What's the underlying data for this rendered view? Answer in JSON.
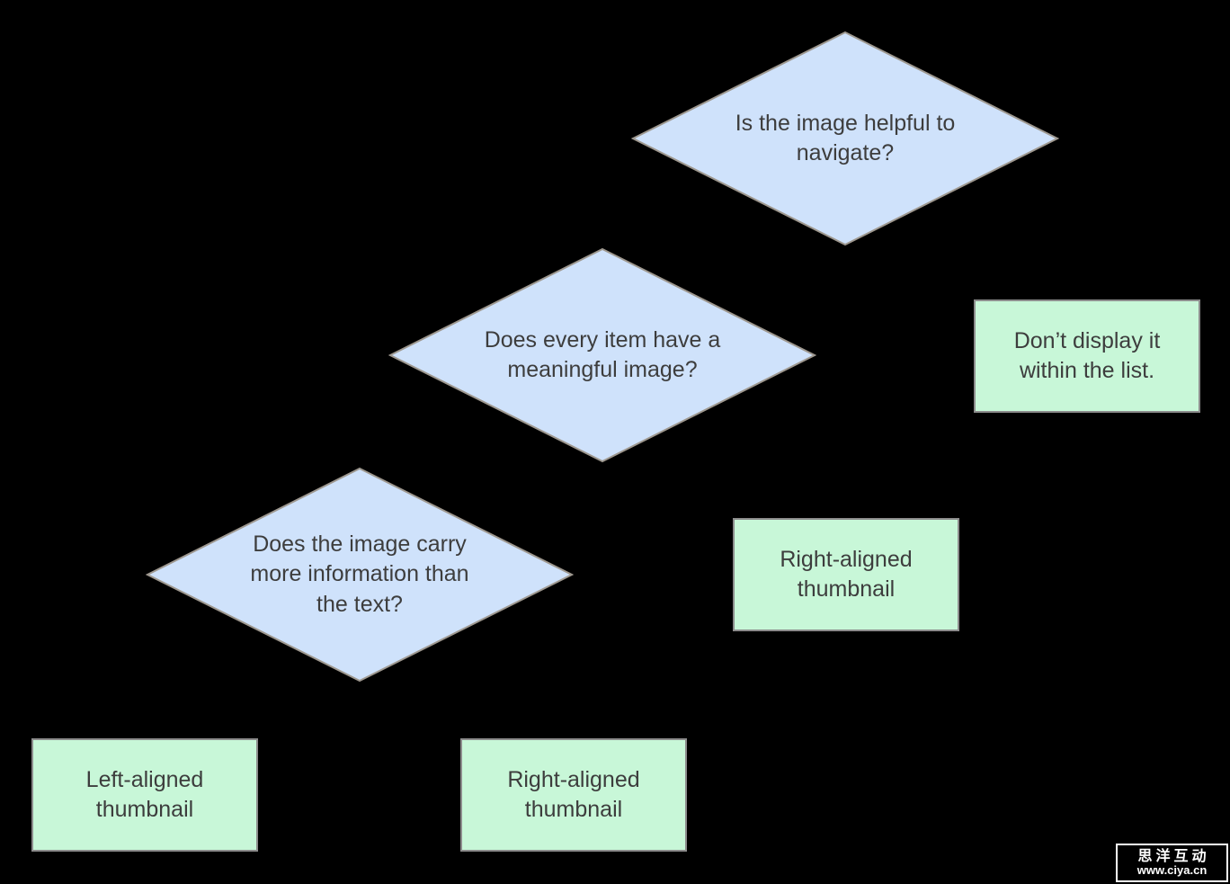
{
  "colors": {
    "bg": "#000000",
    "decision_fill": "#cfe2fb",
    "decision_border": "#9e988f",
    "outcome_fill": "#c8f7d8",
    "outcome_border": "#8c8c8c",
    "node_text": "#3d3d3d",
    "watermark_text": "#ffffff",
    "watermark_border": "#ffffff"
  },
  "nodes": {
    "decision_helpful": {
      "type": "decision",
      "label": "Is the image helpful to\nnavigate?"
    },
    "decision_meaningful": {
      "type": "decision",
      "label": "Does every item have a\nmeaningful image?"
    },
    "decision_more_info": {
      "type": "decision",
      "label": "Does the image carry\nmore information than\nthe text?"
    },
    "outcome_dont_display": {
      "type": "outcome",
      "label": "Don’t display it\nwithin the list."
    },
    "outcome_right_thumb_mid": {
      "type": "outcome",
      "label": "Right-aligned\nthumbnail"
    },
    "outcome_left_thumb": {
      "type": "outcome",
      "label": "Left-aligned\nthumbnail"
    },
    "outcome_right_thumb_bottom": {
      "type": "outcome",
      "label": "Right-aligned\nthumbnail"
    }
  },
  "watermark": {
    "line1": "思洋互动",
    "line2": "www.ciya.cn"
  }
}
